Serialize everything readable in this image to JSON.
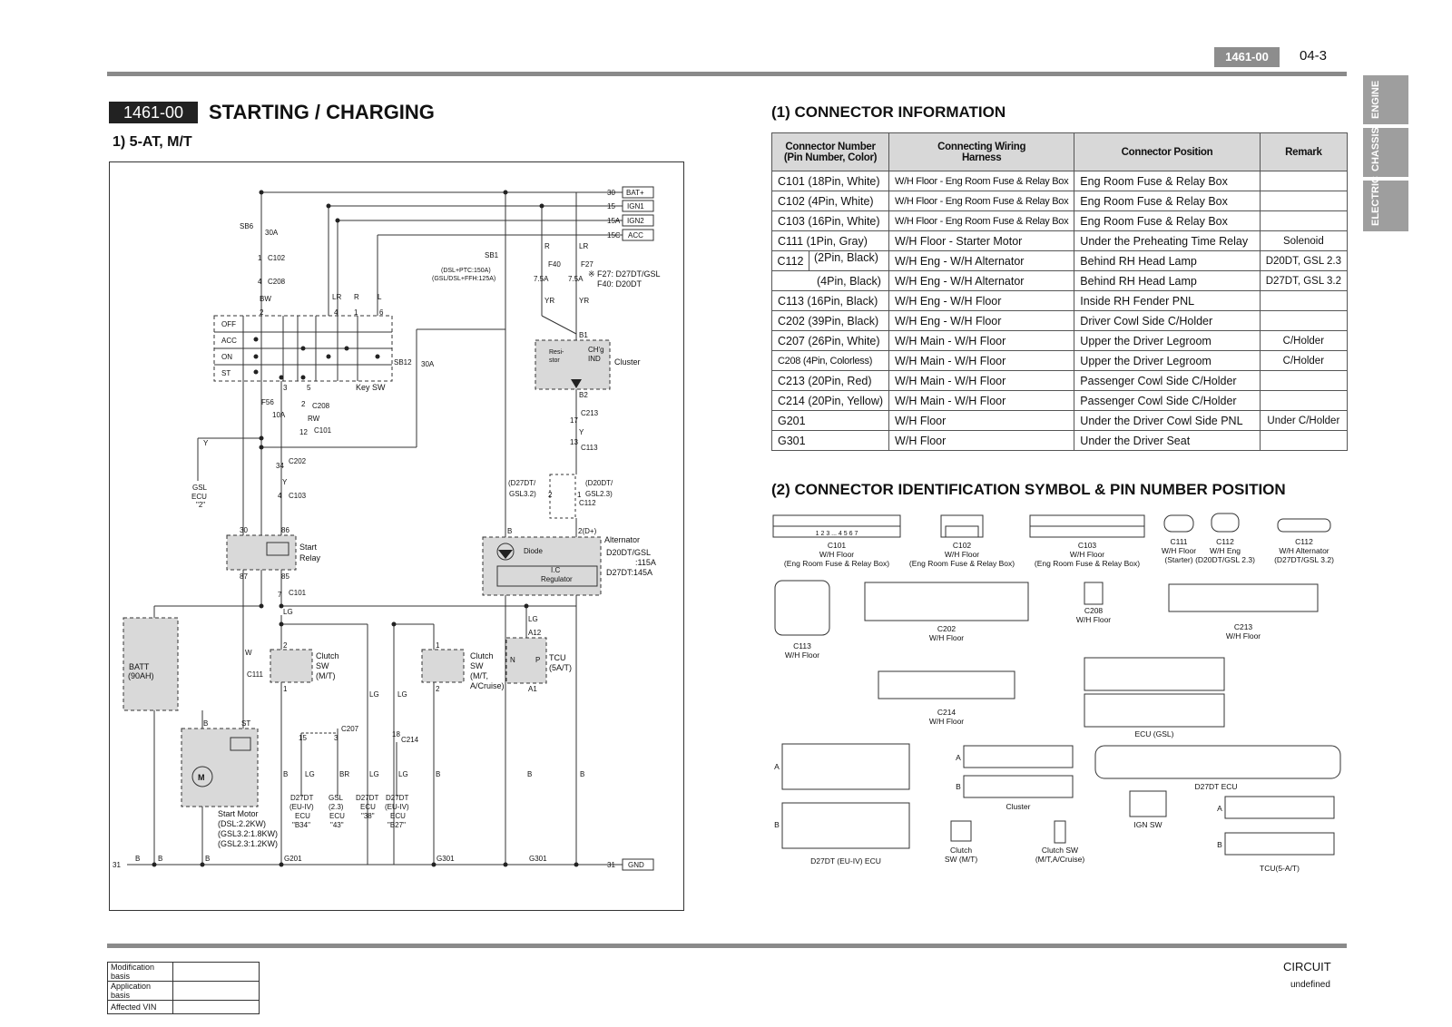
{
  "header": {
    "code": "1461-00",
    "page": "04-3"
  },
  "side_tabs": [
    "ENGINE",
    "CHASSIS",
    "ELECTRIC"
  ],
  "section": {
    "code": "1461-00",
    "title": "STARTING / CHARGING",
    "subtitle": "1)  5-AT, M/T"
  },
  "schematic": {
    "terminals": [
      {
        "num": "30",
        "name": "BAT+"
      },
      {
        "num": "15",
        "name": "IGN1"
      },
      {
        "num": "15A",
        "name": "IGN2"
      },
      {
        "num": "15C",
        "name": "ACC"
      },
      {
        "num": "31",
        "name": "GND"
      }
    ],
    "key_rows": [
      "OFF",
      "ACC",
      "ON",
      "ST"
    ],
    "labels": {
      "sb6": "SB6",
      "sb6_amp": "30A",
      "c102": "C102",
      "c208": "C208",
      "bw": "BW",
      "pin1": "1",
      "pin4": "4",
      "pin2": "2",
      "pin4b": "4",
      "pin1b": "1",
      "pin6": "6",
      "lr": "LR",
      "r": "R",
      "l": "L",
      "sb1": "SB1",
      "sb1_note": "(DSL+PTC:150A)",
      "sb1_note2": "(GSL/DSL+FFH:125A)",
      "r2": "R",
      "lr2": "LR",
      "f40": "F40",
      "f27": "F27",
      "f40a": "7.5A",
      "f27a": "7.5A",
      "f_note": "※ F27: D27DT/GSL",
      "f_note2": "F40: D20DT",
      "yr": "YR",
      "yr2": "YR",
      "b1": "B1",
      "resistor": "Resi-",
      "resistor2": "stor",
      "chg": "CH'g",
      "chg2": "IND",
      "cluster": "Cluster",
      "b2": "B2",
      "sb12": "SB12",
      "sb12_amp": "30A",
      "key_sw": "Key SW",
      "p3": "3",
      "p5": "5",
      "f56": "F56",
      "f56a": "10A",
      "c208b": "C208",
      "p2b": "2",
      "rw": "RW",
      "c101": "C101",
      "p12": "12",
      "c213": "C213",
      "p17": "17",
      "y1": "Y",
      "c113": "C113",
      "p13": "13",
      "y2": "Y",
      "gsl_ecu": "GSL",
      "gsl_ecu2": "ECU",
      "gsl_ecu3": "\"2\"",
      "c202": "C202",
      "p34": "34",
      "y3": "Y",
      "c103": "C103",
      "p4c": "4",
      "d27": "(D27DT/",
      "gsl32": "GSL3.2)",
      "d20": "(D20DT/",
      "gsl23": "GSL2.3)",
      "p2c": "2",
      "p1c": "1",
      "c112": "C112",
      "t30": "30",
      "t86": "86",
      "start_relay": "Start",
      "start_relay2": "Relay",
      "t87": "87",
      "t85": "85",
      "b3": "B",
      "d_plus": "2(D+)",
      "alternator": "Alternator",
      "diode": "Diode",
      "ic": "I.C",
      "ic2": "Regulator",
      "alt_spec": "D20DT/GSL",
      "alt_spec2": ":115A",
      "alt_spec3": "D27DT:145A",
      "c101b": "C101",
      "p7": "7",
      "lg": "LG",
      "lg2": "LG",
      "batt": "BATT",
      "batt2": "(90AH)",
      "w": "W",
      "c111": "C111",
      "p2d": "2",
      "clutch": "Clutch",
      "clutch2": "SW",
      "clutch3": "(M/T)",
      "p1d": "1",
      "clutch_b": "Clutch",
      "clutch_b2": "SW",
      "clutch_b3": "(M/T,",
      "clutch_b4": "A/Cruise)",
      "p1e": "1",
      "p2e": "2",
      "a12": "A12",
      "tcu": "TCU",
      "tcu2": "(5A/T)",
      "a1": "A1",
      "n": "N",
      "p": "P",
      "lg3": "LG",
      "lg4": "LG",
      "c207": "C207",
      "p15": "15",
      "p3b": "3",
      "p18": "18",
      "c214": "C214",
      "b4": "B",
      "st": "ST",
      "start_motor": "Start Motor",
      "sm1": "(DSL:2.2KW)",
      "sm2": "(GSL3.2:1.8KW)",
      "sm3": "(GSL2.3:1.2KW)",
      "m": "M",
      "b5": "B",
      "lg5": "LG",
      "br": "BR",
      "lg6": "LG",
      "lg7": "LG",
      "b6": "B",
      "b7": "B",
      "b8": "B",
      "e1": "D27DT",
      "e1b": "(EU-IV)",
      "e1c": "ECU",
      "e1d": "\"B34\"",
      "e2": "GSL",
      "e2b": "(2.3)",
      "e2c": "ECU",
      "e2d": "\"43\"",
      "e3": "D27DT",
      "e3b": "ECU",
      "e3c": "\"38\"",
      "e4": "D27DT",
      "e4b": "(EU-IV)",
      "e4c": "ECU",
      "e4d": "\"B27\"",
      "g31": "31",
      "gb1": "B",
      "gb2": "B",
      "gb3": "B",
      "g201": "G201",
      "g301": "G301",
      "g301b": "G301"
    }
  },
  "connector_info": {
    "title": "(1) CONNECTOR INFORMATION",
    "headers": [
      "Connector Number",
      "(Pin Number, Color)",
      "Connecting Wiring",
      "Harness",
      "Connector Position",
      "Remark"
    ],
    "rows": [
      {
        "conn": "C101 (18Pin, White)",
        "harness": "W/H Floor - Eng Room Fuse & Relay Box",
        "position": "Eng Room Fuse & Relay Box",
        "remark": ""
      },
      {
        "conn": "C102 (4Pin, White)",
        "harness": "W/H Floor - Eng Room Fuse & Relay Box",
        "position": "Eng Room Fuse & Relay Box",
        "remark": ""
      },
      {
        "conn": "C103 (16Pin, White)",
        "harness": "W/H Floor - Eng Room Fuse & Relay Box",
        "position": "Eng Room Fuse & Relay Box",
        "remark": ""
      },
      {
        "conn": "C111 (1Pin, Gray)",
        "harness": "W/H Floor - Starter Motor",
        "position": "Under the Preheating Time Relay",
        "remark": "Solenoid"
      },
      {
        "conn": "(2Pin, Black)",
        "harness": "W/H Eng - W/H Alternator",
        "position": "Behind RH Head Lamp",
        "remark": "D20DT, GSL 2.3"
      },
      {
        "conn": "(4Pin, Black)",
        "harness": "W/H Eng - W/H Alternator",
        "position": "Behind RH Head Lamp",
        "remark": "D27DT, GSL 3.2"
      },
      {
        "conn": "C113 (16Pin, Black)",
        "harness": "W/H Eng - W/H Floor",
        "position": "Inside RH Fender PNL",
        "remark": ""
      },
      {
        "conn": "C202 (39Pin, Black)",
        "harness": "W/H Eng - W/H Floor",
        "position": "Driver Cowl Side C/Holder",
        "remark": ""
      },
      {
        "conn": "C207 (26Pin, White)",
        "harness": "W/H Main - W/H Floor",
        "position": "Upper the Driver Legroom",
        "remark": "C/Holder"
      },
      {
        "conn": "C208 (4Pin, Colorless)",
        "harness": "W/H Main - W/H Floor",
        "position": "Upper the Driver Legroom",
        "remark": "C/Holder"
      },
      {
        "conn": "C213 (20Pin, Red)",
        "harness": "W/H Main - W/H Floor",
        "position": "Passenger Cowl Side C/Holder",
        "remark": ""
      },
      {
        "conn": "C214 (20Pin, Yellow)",
        "harness": "W/H Main - W/H Floor",
        "position": "Passenger Cowl Side C/Holder",
        "remark": ""
      },
      {
        "conn": "G201",
        "harness": "W/H Floor",
        "position": "Under the Driver Cowl Side PNL",
        "remark": "Under C/Holder"
      },
      {
        "conn": "G301",
        "harness": "W/H Floor",
        "position": "Under the Driver Seat",
        "remark": ""
      }
    ],
    "c112_label": "C112"
  },
  "connector_id": {
    "title": "(2) CONNECTOR IDENTIFICATION SYMBOL & PIN NUMBER POSITION",
    "captions": {
      "c101": "C101",
      "c101b": "W/H Floor",
      "c101c": "(Eng Room Fuse & Relay Box)",
      "c102": "C102",
      "c102b": "W/H Floor",
      "c102c": "(Eng Room Fuse & Relay Box)",
      "c103": "C103",
      "c103b": "W/H Floor",
      "c103c": "(Eng Room Fuse & Relay Box)",
      "c111": "C111",
      "c111b": "W/H Floor",
      "c111c": "(Starter)",
      "c112a": "C112",
      "c112ab": "W/H Eng",
      "c112ac": "(D20DT/GSL 2.3)",
      "c112b": "C112",
      "c112bb": "W/H Alternator",
      "c112bc": "(D27DT/GSL 3.2)",
      "c113": "C113",
      "c113b": "W/H Floor",
      "c202": "C202",
      "c202b": "W/H Floor",
      "c208": "C208",
      "c208b": "W/H Floor",
      "c213": "C213",
      "c213b": "W/H Floor",
      "c214": "C214",
      "c214b": "W/H Floor",
      "ecu_gsl": "ECU (GSL)",
      "d27_ecu": "D27DT (EU-IV) ECU",
      "cluster": "Cluster",
      "clutch_mt": "Clutch",
      "clutch_mt2": "SW (M/T)",
      "clutch_cr": "Clutch SW",
      "clutch_cr2": "(M/T,A/Cruise)",
      "d27dt_ecu": "D27DT ECU",
      "ign_sw": "IGN SW",
      "tcu": "TCU(5-A/T)",
      "a": "A",
      "b": "B",
      "a2": "A",
      "b2": "B",
      "a3": "A",
      "b3": "B"
    }
  },
  "footer": {
    "mod": [
      "Modification basis",
      "Application basis",
      "Affected VIN"
    ],
    "right": "CIRCUIT",
    "right2": "undefined"
  }
}
